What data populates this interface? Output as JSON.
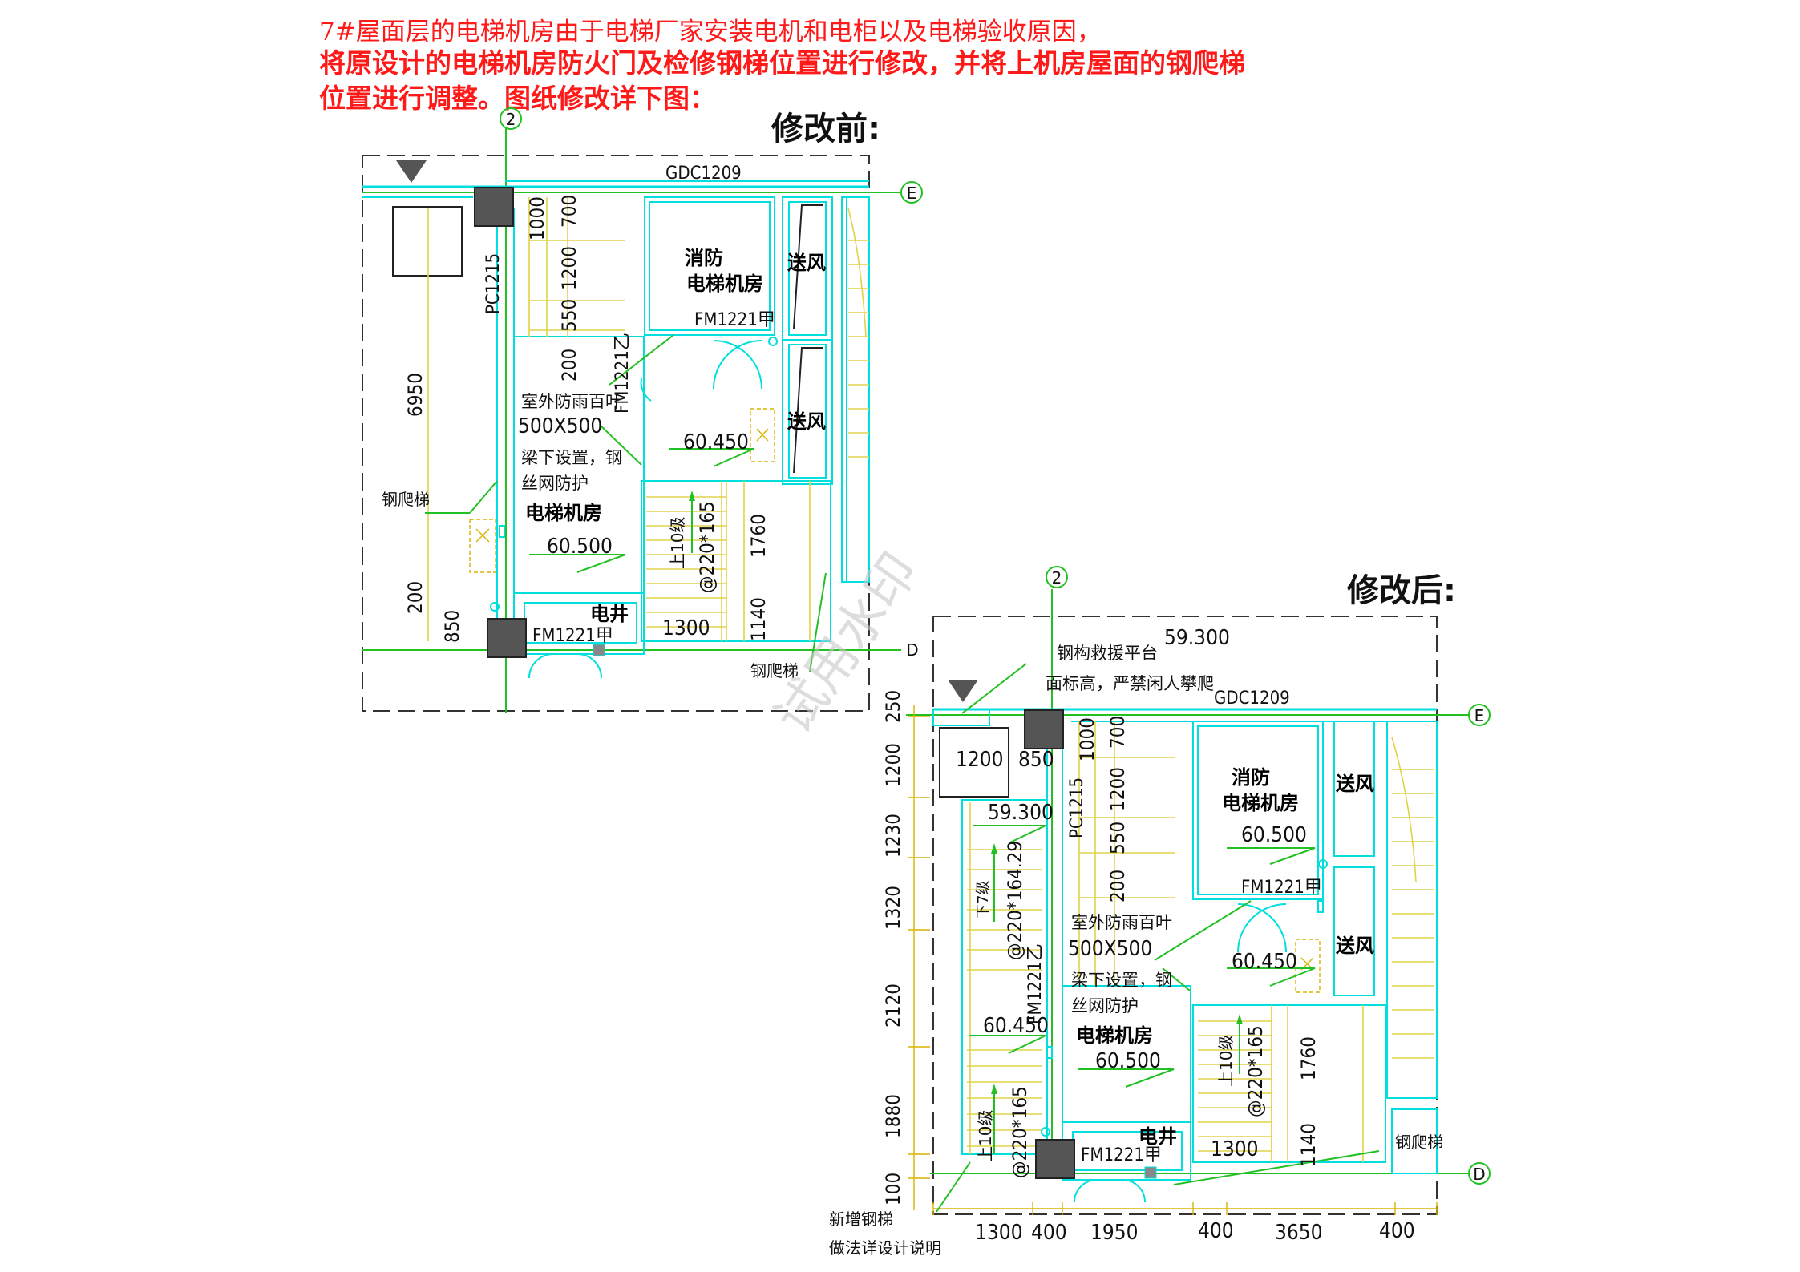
{
  "note": {
    "line1": "7#屋面层的电梯机房由于电梯厂家安装电机和电柜以及电梯验收原因，",
    "line2": "将原设计的电梯机房防火门及检修钢梯位置进行修改，并将上机房屋面的钢爬梯",
    "line3": "位置进行调整。图纸修改详下图："
  },
  "before": {
    "heading": "修改前:",
    "axis_top": "2",
    "axis_e": "E",
    "axis_d": "D",
    "window_top": "GDC1209",
    "window_side": "PC1215",
    "fire_room_line1": "消防",
    "fire_room_line2": "电梯机房",
    "door_fire": "FM1221甲",
    "door_side": "FM1221乙",
    "door_shaft": "FM1221甲",
    "air_1": "送风",
    "air_2": "送风",
    "louver_line1": "室外防雨百叶",
    "louver_line2": "500X500",
    "beam_line1": "梁下设置，钢",
    "beam_line2": "丝网防护",
    "elevator_room": "电梯机房",
    "elev_level_1": "60.450",
    "elev_level_2": "60.500",
    "shaft": "电井",
    "ladder_left": "钢爬梯",
    "ladder_right": "钢爬梯",
    "stair_count": "上10级",
    "stair_step": "@220*165",
    "dim_1000": "1000",
    "dim_700": "700",
    "dim_1200": "1200",
    "dim_550": "550",
    "dim_200": "200",
    "dim_6950": "6950",
    "dim_200b": "200",
    "dim_850": "850",
    "dim_1760": "1760",
    "dim_1140": "1140",
    "dim_1300": "1300"
  },
  "after": {
    "heading": "修改后:",
    "axis_top": "2",
    "axis_e": "E",
    "axis_d": "D",
    "platform_line1": "钢构救援平台",
    "platform_level": "59.300",
    "platform_line2": "面标高，严禁闲人攀爬",
    "window_top": "GDC1209",
    "window_side": "PC1215",
    "fire_room_line1": "消防",
    "fire_room_line2": "电梯机房",
    "fire_room_level": "60.500",
    "door_fire": "FM1221甲",
    "door_side": "FM1221乙",
    "door_shaft": "FM1221甲",
    "air_1": "送风",
    "air_2": "送风",
    "louver_line1": "室外防雨百叶",
    "louver_line2": "500X500",
    "beam_line1": "梁下设置，钢",
    "beam_line2": "丝网防护",
    "elevator_room": "电梯机房",
    "elev_level_1": "60.450",
    "elev_level_2": "60.500",
    "left_level_1": "59.300",
    "left_level_2": "60.450",
    "shaft": "电井",
    "ladder_right": "钢爬梯",
    "new_ladder_line1": "新增钢梯",
    "new_ladder_line2": "做法详设计说明",
    "stair_down_count": "下7级",
    "stair_down_step": "@220*164.29",
    "stair_up_count": "上10级",
    "stair_up_step": "@220*165",
    "stair2_count": "上10级",
    "stair2_step": "@220*165",
    "dim_1200": "1200",
    "dim_850": "850",
    "dim_1000": "1000",
    "dim_700": "700",
    "dim_1200b": "1200",
    "dim_550": "550",
    "dim_200": "200",
    "dim_left_250": "250",
    "dim_left_1200": "1200",
    "dim_left_1230": "1230",
    "dim_left_1320": "1320",
    "dim_left_2120": "2120",
    "dim_left_1880": "1880",
    "dim_left_100": "100",
    "dim_1760": "1760",
    "dim_1140": "1140",
    "dim_1300": "1300",
    "bottom_dims": [
      "1300",
      "400",
      "1950",
      "400",
      "3650",
      "400"
    ]
  },
  "watermark": "试用水印"
}
